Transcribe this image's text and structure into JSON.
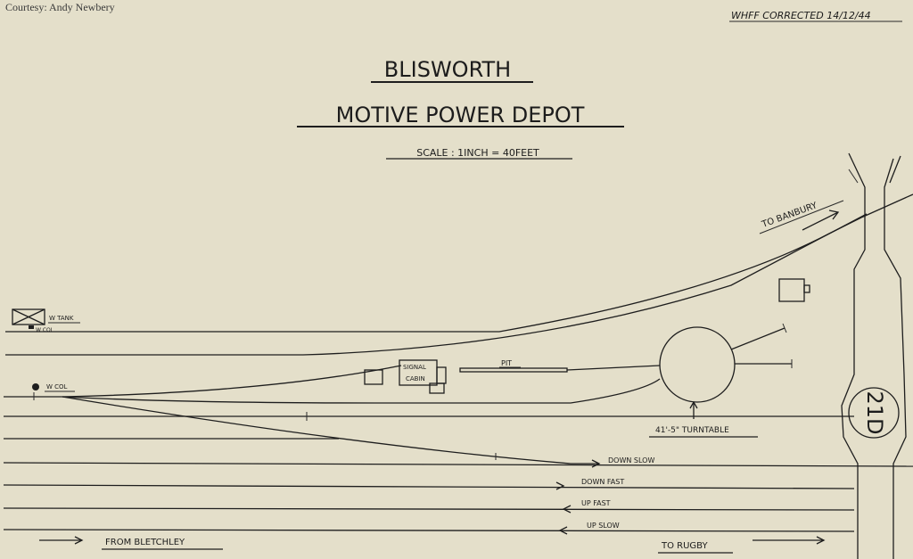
{
  "courtesy": "Courtesy: Andy Newbery",
  "corrected": "WHFF CORRECTED 14/12/44",
  "title_line1": "BLISWORTH",
  "title_line2": "MOTIVE POWER DEPOT",
  "scale": "SCALE : 1INCH = 40FEET",
  "labels": {
    "to_banbury": "TO BANBURY",
    "w_tank": "W TANK",
    "w_col_tank": "W COL",
    "w_col_left": "W COL",
    "signal": "SIGNAL",
    "cabin": "CABIN",
    "pit": "PIT",
    "turntable": "41'-5\" TURNTABLE",
    "down_slow": "DOWN SLOW",
    "down_fast": "DOWN FAST",
    "up_fast": "UP FAST",
    "up_slow": "UP SLOW",
    "from_bletchley": "FROM BLETCHLEY",
    "to_rugby": "TO RUGBY",
    "shed_code": "21D"
  }
}
